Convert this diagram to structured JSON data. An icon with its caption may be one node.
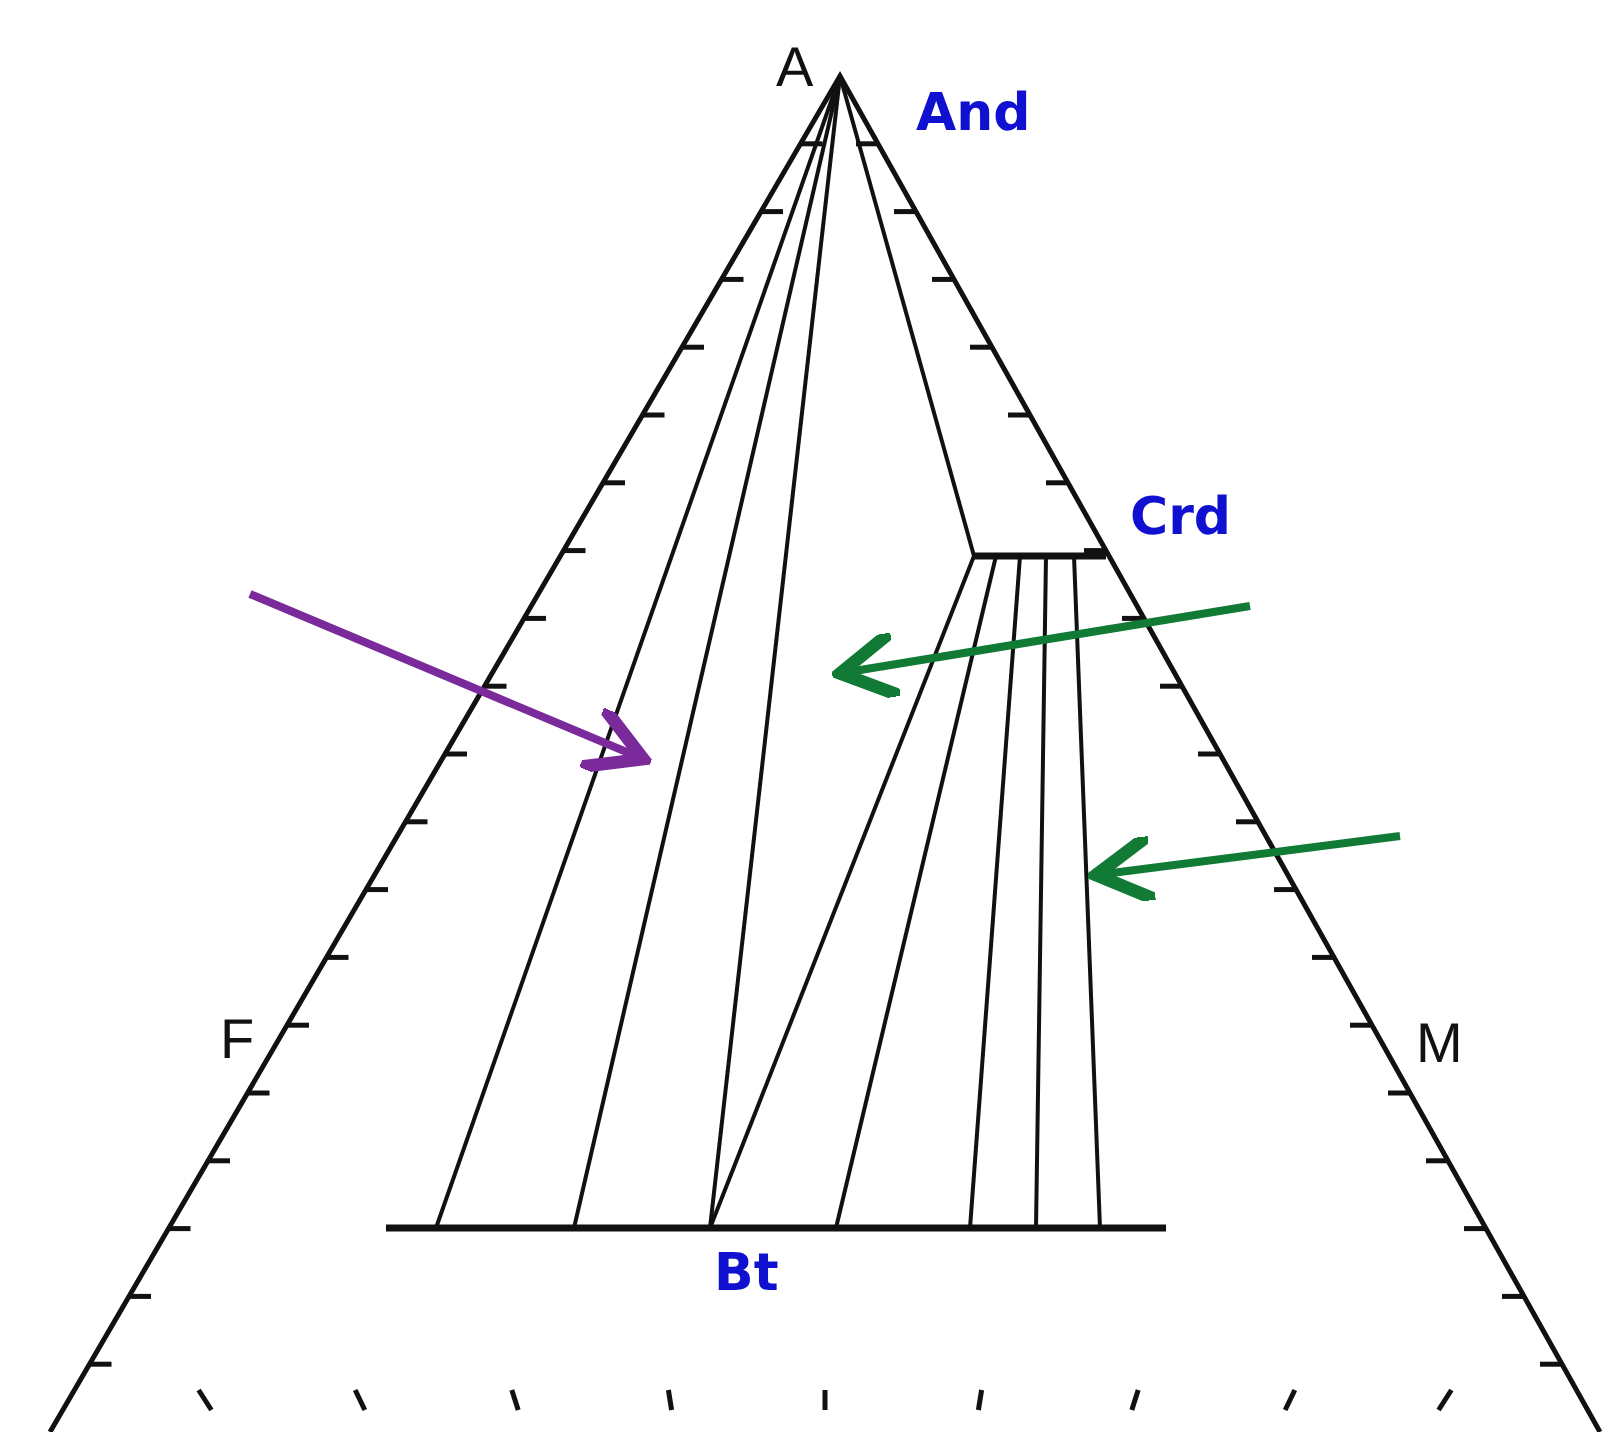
{
  "diagram": {
    "labels": [
      "A",
      "And",
      "Crd",
      "F",
      "M",
      "Bt"
    ]
  }
}
